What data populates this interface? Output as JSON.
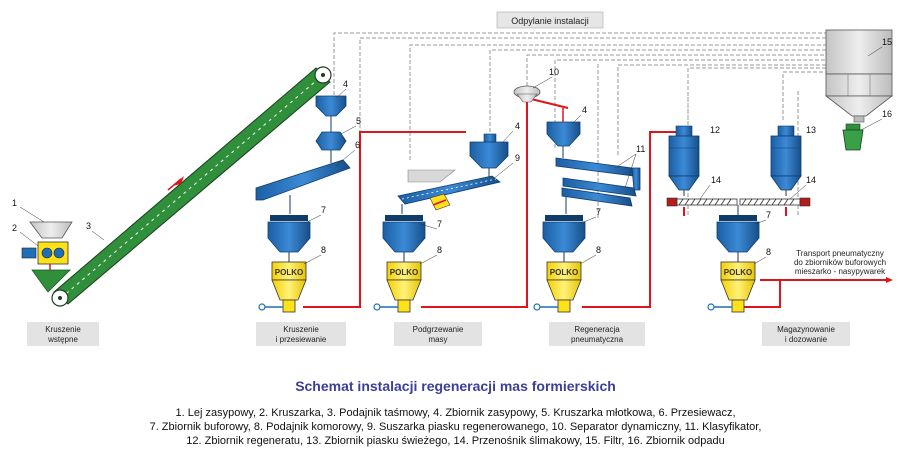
{
  "labels": {
    "venting": "Odpylanie instalacji",
    "transport_1": "Transport pneumatyczny",
    "transport_2": "do zbiorników buforowych",
    "transport_3": "mieszarko - nasypywarek",
    "polko": "POLKO"
  },
  "sections": [
    {
      "line1": "Kruszenie",
      "line2": "wstępne"
    },
    {
      "line1": "Kruszenie",
      "line2": "i przesiewanie"
    },
    {
      "line1": "Podgrzewanie",
      "line2": "masy"
    },
    {
      "line1": "Regeneracja",
      "line2": "pneumatyczna"
    },
    {
      "line1": "Magazynowanie",
      "line2": "i dozowanie"
    }
  ],
  "numbers": [
    "1",
    "2",
    "3",
    "4",
    "5",
    "6",
    "7",
    "8",
    "4",
    "7",
    "8",
    "9",
    "10",
    "4",
    "11",
    "7",
    "8",
    "12",
    "13",
    "14",
    "14",
    "7",
    "8",
    "15",
    "16"
  ],
  "caption": {
    "title": "Schemat instalacji regeneracji mas formierskich",
    "line1": "1. Lej zasypowy, 2. Kruszarka, 3. Podajnik taśmowy, 4. Zbiornik zasypowy, 5. Kruszarka młotkowa, 6. Przesiewacz,",
    "line2": "7. Zbiornik buforowy, 8. Podajnik komorowy, 9. Suszarka piasku regenerowanego, 10. Separator dynamiczny, 11. Klasyfikator,",
    "line3": "12. Zbiornik regeneratu, 13. Zbiornik piasku świeżego, 14. Przenośnik ślimakowy, 15. Filtr, 16. Zbiornik odpadu"
  },
  "colors": {
    "equipment_blue": "#1f6fb8",
    "feeder_yellow": "#ffe11a",
    "belt_green": "#2f8f3a",
    "pipe_red": "#e0141a",
    "duct_gray": "#9a9a9a",
    "filter_gray": "#d8d8d8",
    "title_blue": "#3b3f9a"
  }
}
